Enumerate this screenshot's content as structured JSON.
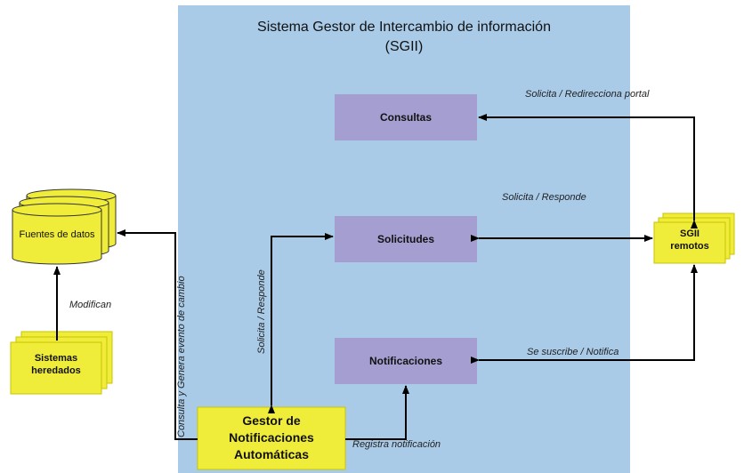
{
  "title": {
    "line1": "Sistema Gestor de Intercambio de información",
    "line2": "(SGII)"
  },
  "nodes": {
    "consultas": "Consultas",
    "solicitudes": "Solicitudes",
    "notificaciones": "Notificaciones",
    "fuentes": "Fuentes de datos",
    "sistemas_line1": "Sistemas",
    "sistemas_line2": "heredados",
    "gestor_line1": "Gestor de",
    "gestor_line2": "Notificaciones",
    "gestor_line3": "Automáticas",
    "sgii_line1": "SGII",
    "sgii_line2": "remotos"
  },
  "edge_labels": {
    "solicita_redirecciona": "Solicita / Redirecciona portal",
    "solicita_responde": "Solicita / Responde",
    "se_suscribe": "Se suscribe / Notifica",
    "modifican": "Modifican",
    "solicita_responde_vertical": "Solicita / Responde",
    "consulta_genera": "Consulta y  Genera evento de cambio",
    "registra": "Registra notificación"
  },
  "colors": {
    "panel": "#a9cbe8",
    "service_box": "#a59ed1",
    "yellow": "#f0ec3a",
    "arrow": "#000000"
  }
}
